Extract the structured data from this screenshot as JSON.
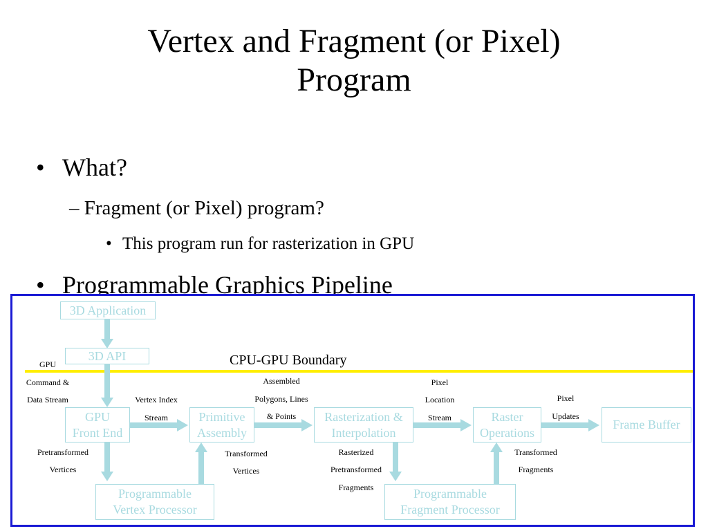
{
  "slide": {
    "title": "Vertex and Fragment (or Pixel)\nProgram",
    "bullets": {
      "b1_mark": "•",
      "b1": "What?",
      "b1_sub": "– Fragment (or Pixel) program?",
      "b1_subsub_mark": "•",
      "b1_subsub": "This program run for rasterization in GPU",
      "b2_mark": "•",
      "b2": "Programmable Graphics Pipeline"
    }
  },
  "diagram": {
    "colors": {
      "frame": "#1a1ad4",
      "boundary": "#ffee00",
      "box": "#a8dae0"
    },
    "boundary_label": "CPU-GPU Boundary",
    "boxes": {
      "app": "3D Application",
      "api": "3D API",
      "front_end": "GPU\nFront End",
      "primitive_assembly": "Primitive\nAssembly",
      "rasterization": "Rasterization &\nInterpolation",
      "raster_ops": "Raster\nOperations",
      "frame_buffer": "Frame Buffer",
      "vertex_processor": "Programmable\nVertex Processor",
      "fragment_processor": "Programmable\nFragment Processor"
    },
    "labels": {
      "gpu_cmd_1": "GPU",
      "gpu_cmd_2": "Command &",
      "gpu_cmd_3": "Data Stream",
      "vertex_index_1": "Vertex Index",
      "vertex_index_2": "Stream",
      "assembled_1": "Assembled",
      "assembled_2": "Polygons, Lines",
      "assembled_3": "& Points",
      "pixel_loc_1": "Pixel",
      "pixel_loc_2": "Location",
      "pixel_loc_3": "Stream",
      "pixel_upd_1": "Pixel",
      "pixel_upd_2": "Updates",
      "pretransformed_1": "Pretransformed",
      "pretransformed_2": "Vertices",
      "transformed_v_1": "Transformed",
      "transformed_v_2": "Vertices",
      "rasterized_1": "Rasterized",
      "rasterized_2": "Pretransformed",
      "rasterized_3": "Fragments",
      "transformed_f_1": "Transformed",
      "transformed_f_2": "Fragments"
    }
  }
}
